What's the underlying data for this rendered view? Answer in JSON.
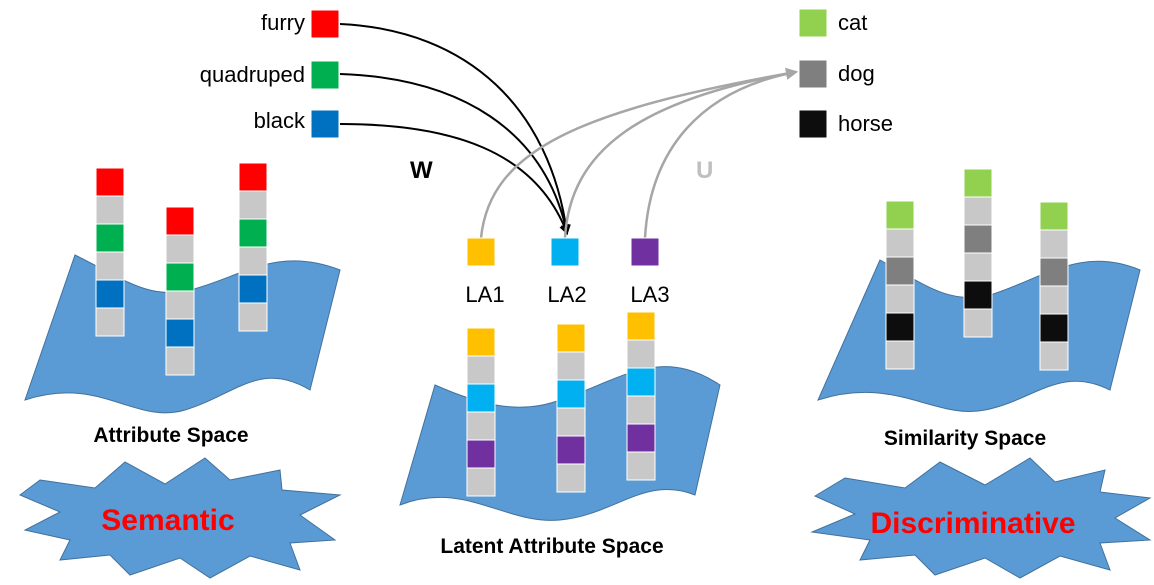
{
  "colors": {
    "red": "#ff0000",
    "green": "#00b050",
    "blue": "#0070c0",
    "grey_cell": "#c8c8c8",
    "yellow": "#ffc000",
    "cyan": "#00b0f0",
    "purple": "#7030a0",
    "light_green": "#92d050",
    "dark_grey": "#7f7f7f",
    "black": "#0d0d0d",
    "sheet_blue": "#5b9bd5",
    "arrow_black": "#000000",
    "arrow_grey": "#a6a6a6",
    "label_red": "#ff0000"
  },
  "attributes": [
    {
      "label": "furry",
      "color": "red"
    },
    {
      "label": "quadruped",
      "color": "green"
    },
    {
      "label": "black",
      "color": "blue"
    }
  ],
  "classes": [
    {
      "label": "cat",
      "color": "light_green"
    },
    {
      "label": "dog",
      "color": "dark_grey"
    },
    {
      "label": "horse",
      "color": "black"
    }
  ],
  "latent": [
    {
      "label": "LA1",
      "color": "yellow"
    },
    {
      "label": "LA2",
      "color": "cyan"
    },
    {
      "label": "LA3",
      "color": "purple"
    }
  ],
  "weights": {
    "w_label": "W",
    "u_label": "U"
  },
  "spaces": {
    "attribute_space": "Attribute Space",
    "latent_space": "Latent Attribute Space",
    "similarity_space": "Similarity Space"
  },
  "badges": {
    "semantic": "Semantic",
    "discriminative": "Discriminative"
  },
  "stacks": {
    "attribute": [
      [
        "red",
        "grey_cell",
        "green",
        "grey_cell",
        "blue",
        "grey_cell"
      ],
      [
        "red",
        "grey_cell",
        "green",
        "grey_cell",
        "blue",
        "grey_cell"
      ],
      [
        "red",
        "grey_cell",
        "green",
        "grey_cell",
        "blue",
        "grey_cell"
      ]
    ],
    "latent": [
      [
        "yellow",
        "grey_cell",
        "cyan",
        "grey_cell",
        "purple",
        "grey_cell"
      ],
      [
        "yellow",
        "grey_cell",
        "cyan",
        "grey_cell",
        "purple",
        "grey_cell"
      ],
      [
        "yellow",
        "grey_cell",
        "cyan",
        "grey_cell",
        "purple",
        "grey_cell"
      ]
    ],
    "similarity": [
      [
        "light_green",
        "grey_cell",
        "dark_grey",
        "grey_cell",
        "black",
        "grey_cell"
      ],
      [
        "light_green",
        "grey_cell",
        "dark_grey",
        "grey_cell",
        "black",
        "grey_cell"
      ],
      [
        "light_green",
        "grey_cell",
        "dark_grey",
        "grey_cell",
        "black",
        "grey_cell"
      ]
    ]
  }
}
